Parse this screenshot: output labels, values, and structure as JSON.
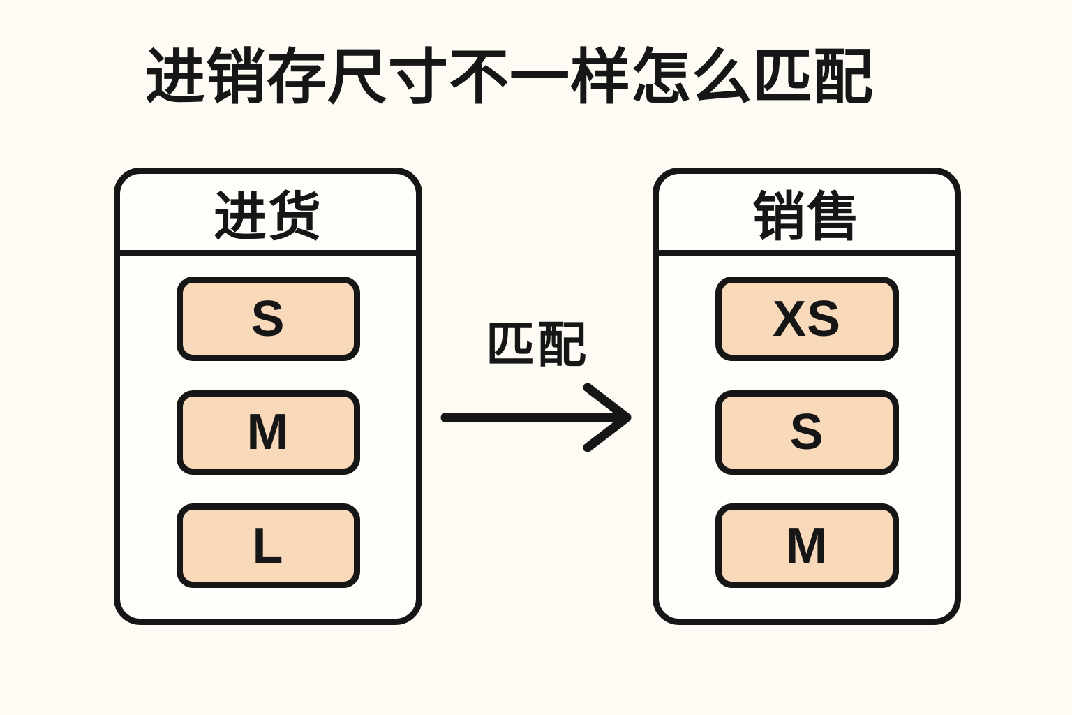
{
  "page": {
    "title": "进销存尺寸不一样怎么匹配"
  },
  "left_card": {
    "title": "进货",
    "tags": [
      "S",
      "M",
      "L"
    ]
  },
  "right_card": {
    "title": "销售",
    "tags": [
      "XS",
      "S",
      "M"
    ]
  },
  "arrow": {
    "label": "匹配",
    "direction": "right"
  },
  "colors": {
    "page_bg": "#FDFBF4",
    "card_bg": "#FFFEFB",
    "stroke": "#161616",
    "tag_fill": "#F8D9BA",
    "text": "#161616"
  }
}
